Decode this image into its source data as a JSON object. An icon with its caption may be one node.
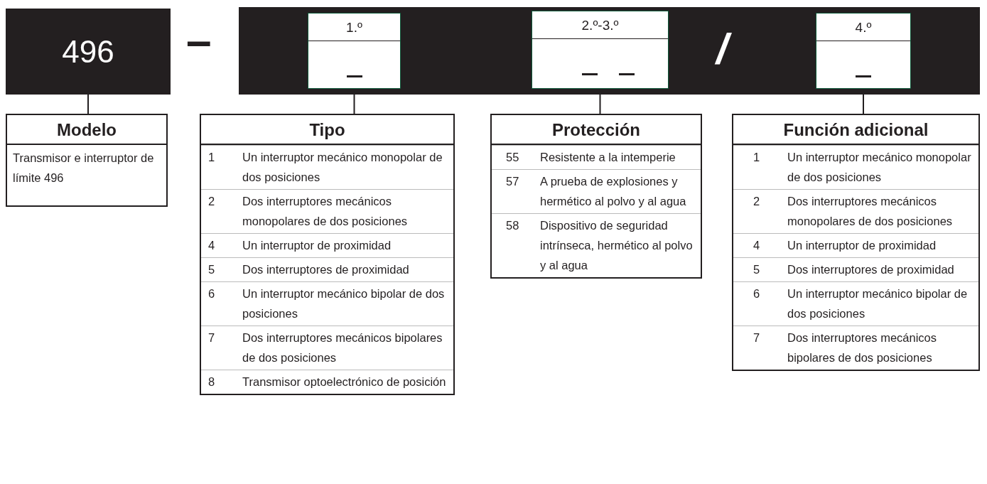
{
  "diagram": {
    "nodes": [
      {
        "text": [
          "496"
        ]
      },
      {
        "text": [],
        "shape": "bar"
      },
      {
        "text": [
          "1.º"
        ],
        "in": 1
      },
      {
        "text": [
          "2.º-3.º"
        ],
        "in": 1
      },
      {
        "text": [
          "4.º"
        ],
        "in": 1
      },
      {
        "text": [
          "Modelo",
          "Transmisor e interruptor de límite 496"
        ]
      },
      {
        "text": [
          "Tipo",
          "1",
          "Un interruptor mecánico monopolar de dos posiciones",
          "2",
          "Dos interruptores mecánicos monopolares de dos posiciones",
          "4",
          "Un interruptor de proximidad",
          "5",
          "Dos interruptores de proximidad",
          "6",
          "Un interruptor mecánico bipolar de dos posiciones",
          "7",
          "Dos interruptores mecánicos bipolares de dos posiciones",
          "8",
          "Transmisor optoelectrónico de posición"
        ]
      },
      {
        "text": [
          "Protección",
          "55",
          "Resistente a la intemperie",
          "57",
          "A prueba de explosiones y hermético al polvo y al agua",
          "58",
          "Dispositivo de seguridad intrínseca, hermético al polvo y al agua"
        ]
      },
      {
        "text": [
          "Función adicional",
          "1",
          "Un interruptor mecánico monopolar de dos posiciones",
          "2",
          "Dos interruptores mecánicos monopolares de dos posiciones",
          "4",
          "Un interruptor de proximidad",
          "5",
          "Dos interruptores de proximidad",
          "6",
          "Un interruptor mecánico bipolar de dos posiciones",
          "7",
          "Dos interruptores mecánicos bipolares de dos posiciones"
        ]
      }
    ],
    "edges": [
      {
        "from": 0,
        "to": 5,
        "arrow": "none"
      },
      {
        "from": 2,
        "to": 6,
        "arrow": "none"
      },
      {
        "from": 3,
        "to": 7,
        "arrow": "none"
      },
      {
        "from": 4,
        "to": 8,
        "arrow": "none"
      }
    ],
    "labels": [
      "–",
      "/"
    ]
  }
}
